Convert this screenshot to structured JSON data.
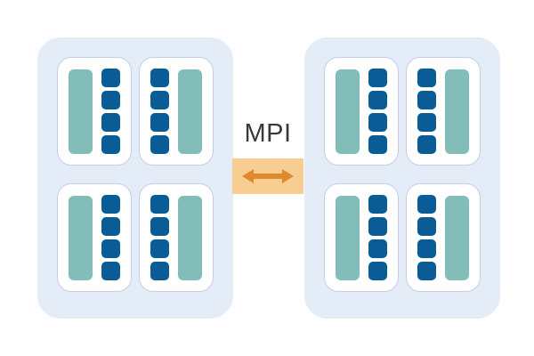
{
  "diagram": {
    "title": "MPI distributed-memory node diagram",
    "background_color": "#ffffff",
    "link": {
      "label": "MPI",
      "label_color": "#3a3a3a",
      "box_color": "#f8cd92",
      "arrow_color": "#e08a2e",
      "arrow_icon": "double-headed-horizontal-arrow-icon",
      "direction": "bidirectional"
    },
    "palette": {
      "node_fill": "#e4ecf8",
      "socket_fill": "#ffffff",
      "socket_border": "#c3cfe6",
      "memory_color": "#83bdb9",
      "core_color": "#0a5c96"
    },
    "nodes": [
      {
        "id": "node-left",
        "name": "left-node",
        "sockets": [
          {
            "id": "socket-left-tl",
            "position": "top-left",
            "mirrored": false,
            "memory_label": "memory-bar",
            "core_count": 4
          },
          {
            "id": "socket-left-tr",
            "position": "top-right",
            "mirrored": true,
            "memory_label": "memory-bar",
            "core_count": 4
          },
          {
            "id": "socket-left-bl",
            "position": "bottom-left",
            "mirrored": false,
            "memory_label": "memory-bar",
            "core_count": 4
          },
          {
            "id": "socket-left-br",
            "position": "bottom-right",
            "mirrored": true,
            "memory_label": "memory-bar",
            "core_count": 4
          }
        ]
      },
      {
        "id": "node-right",
        "name": "right-node",
        "sockets": [
          {
            "id": "socket-right-tl",
            "position": "top-left",
            "mirrored": false,
            "memory_label": "memory-bar",
            "core_count": 4
          },
          {
            "id": "socket-right-tr",
            "position": "top-right",
            "mirrored": true,
            "memory_label": "memory-bar",
            "core_count": 4
          },
          {
            "id": "socket-right-bl",
            "position": "bottom-left",
            "mirrored": false,
            "memory_label": "memory-bar",
            "core_count": 4
          },
          {
            "id": "socket-right-br",
            "position": "bottom-right",
            "mirrored": true,
            "memory_label": "memory-bar",
            "core_count": 4
          }
        ]
      }
    ]
  }
}
